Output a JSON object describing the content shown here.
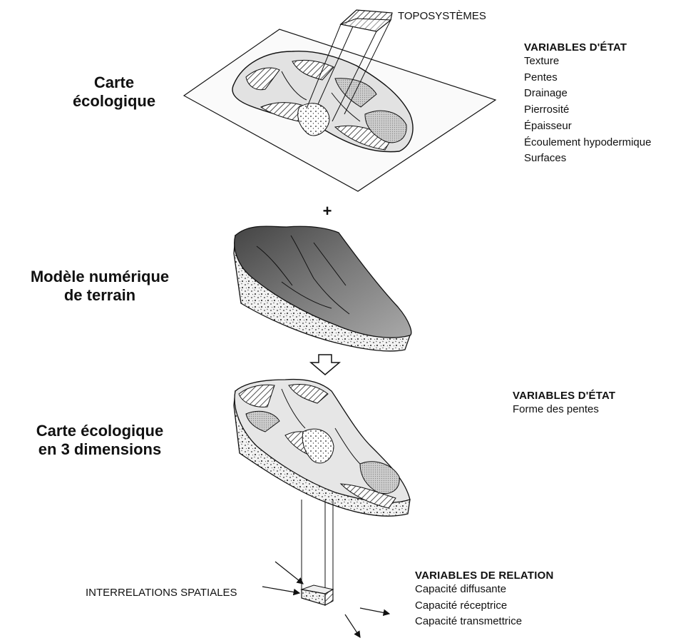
{
  "headings": {
    "ecological_map": [
      "Carte",
      "écologique"
    ],
    "terrain_model": [
      "Modèle  numérique",
      "de terrain"
    ],
    "map_3d": [
      "Carte écologique",
      "en 3 dimensions"
    ]
  },
  "captions": {
    "toposystems": "TOPOSYSTÈMES",
    "spatial_interrelations": "INTERRELATIONS SPATIALES"
  },
  "state_variables_1": {
    "title": "VARIABLES D'ÉTAT",
    "items": [
      "Texture",
      "Pentes",
      "Drainage",
      "Pierrosité",
      "Épaisseur",
      "Écoulement hypodermique",
      "Surfaces"
    ]
  },
  "state_variables_2": {
    "title": "VARIABLES D'ÉTAT",
    "items": [
      "Forme des pentes"
    ]
  },
  "relation_variables": {
    "title": "VARIABLES DE RELATION",
    "items": [
      "Capacité diffusante",
      "Capacité réceptrice",
      "Capacité transmettrice"
    ]
  },
  "symbols": {
    "plus": "+"
  }
}
